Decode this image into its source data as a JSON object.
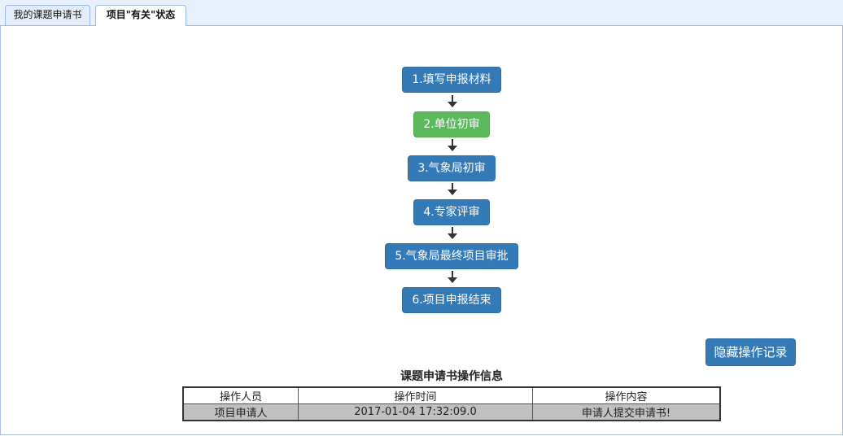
{
  "tabs": [
    {
      "label": "我的课题申请书"
    },
    {
      "label": "项目\"有关\"状态"
    }
  ],
  "flow": {
    "steps": [
      {
        "label": "1.填写申报材料",
        "status": "done",
        "color": "#337ab7"
      },
      {
        "label": "2.单位初审",
        "status": "current",
        "color": "#5cb85c"
      },
      {
        "label": "3.气象局初审",
        "status": "pending",
        "color": "#337ab7"
      },
      {
        "label": "4.专家评审",
        "status": "pending",
        "color": "#337ab7"
      },
      {
        "label": "5.气象局最终项目审批",
        "status": "pending",
        "color": "#337ab7"
      },
      {
        "label": "6.项目申报结束",
        "status": "pending",
        "color": "#337ab7"
      }
    ],
    "arrow_icon": "arrow-down-icon"
  },
  "hide_button": {
    "label": "隐藏操作记录"
  },
  "info": {
    "title": "课题申请书操作信息",
    "columns": [
      "操作人员",
      "操作时间",
      "操作内容"
    ],
    "rows": [
      [
        "项目申请人",
        "2017-01-04 17:32:09.0",
        "申请人提交申请书!"
      ]
    ]
  }
}
